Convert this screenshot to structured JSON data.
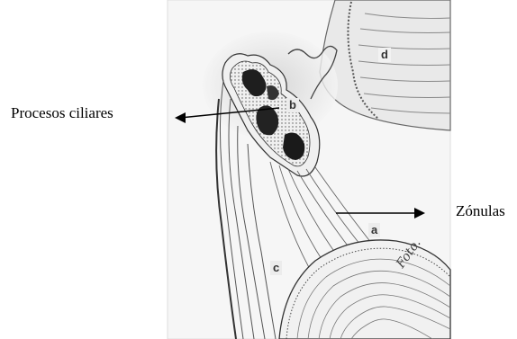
{
  "labels": {
    "procesos_ciliares": "Procesos ciliares",
    "zonulas": "Zónulas"
  },
  "structure_letters": {
    "a": "a",
    "b": "b",
    "c": "c",
    "d": "d"
  },
  "signature": "Foto.",
  "colors": {
    "background": "#ffffff",
    "ink": "#000000",
    "shading": "#d9d9d9"
  }
}
